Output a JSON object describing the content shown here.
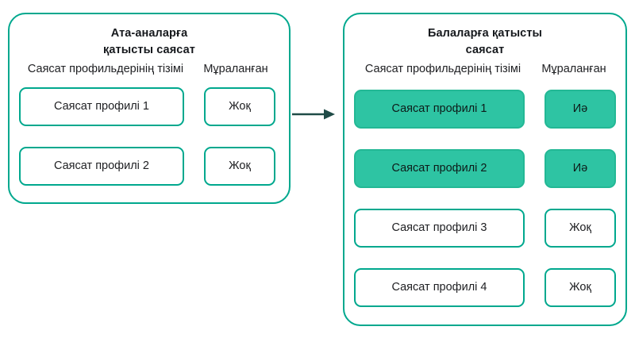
{
  "colors": {
    "outline": "#00A88E",
    "filled_fill": "#2EC4A3",
    "filled_border": "#23B895",
    "arrow": "#1F4B47",
    "text": "#202124",
    "title_text": "#16191d",
    "background": "#FFFFFF"
  },
  "panels": [
    {
      "id": "parent-policy",
      "title": "Ата-аналарға қатысты саясат",
      "title_lines": [
        "Ата-аналарға",
        "қатысты саясат"
      ],
      "columns": {
        "profiles": "Саясат профильдерінің тізімі",
        "inherited": "Мұраланған"
      },
      "rows": [
        {
          "profile": "Саясат профилі 1",
          "inherited": "Жоқ",
          "highlighted": false
        },
        {
          "profile": "Саясат профилі 2",
          "inherited": "Жоқ",
          "highlighted": false
        }
      ]
    },
    {
      "id": "child-policy",
      "title": "Балаларға қатысты саясат",
      "title_lines": [
        "Балаларға қатысты",
        "саясат"
      ],
      "columns": {
        "profiles": "Саясат профильдерінің тізімі",
        "inherited": "Мұраланған"
      },
      "rows": [
        {
          "profile": "Саясат профилі 1",
          "inherited": "Иә",
          "highlighted": true
        },
        {
          "profile": "Саясат профилі 2",
          "inherited": "Иә",
          "highlighted": true
        },
        {
          "profile": "Саясат профилі 3",
          "inherited": "Жоқ",
          "highlighted": false
        },
        {
          "profile": "Саясат профилі 4",
          "inherited": "Жоқ",
          "highlighted": false
        }
      ]
    }
  ],
  "arrow": {
    "icon": "arrow-right-icon",
    "direction": "right",
    "label": ""
  }
}
